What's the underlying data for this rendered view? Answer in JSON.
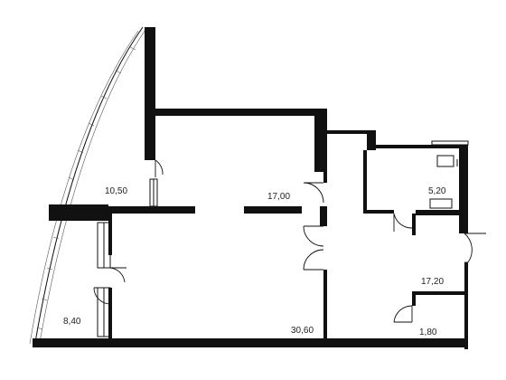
{
  "rooms": [
    {
      "id": "loggia-top",
      "area": "10,50"
    },
    {
      "id": "living",
      "area": "17,00"
    },
    {
      "id": "bathroom",
      "area": "5,20"
    },
    {
      "id": "loggia-bottom",
      "area": "8,40"
    },
    {
      "id": "kitchen-living",
      "area": "30,60"
    },
    {
      "id": "hall",
      "area": "17,20"
    },
    {
      "id": "wc",
      "area": "1,80"
    }
  ],
  "colors": {
    "wall": "#111111",
    "background": "#ffffff"
  }
}
